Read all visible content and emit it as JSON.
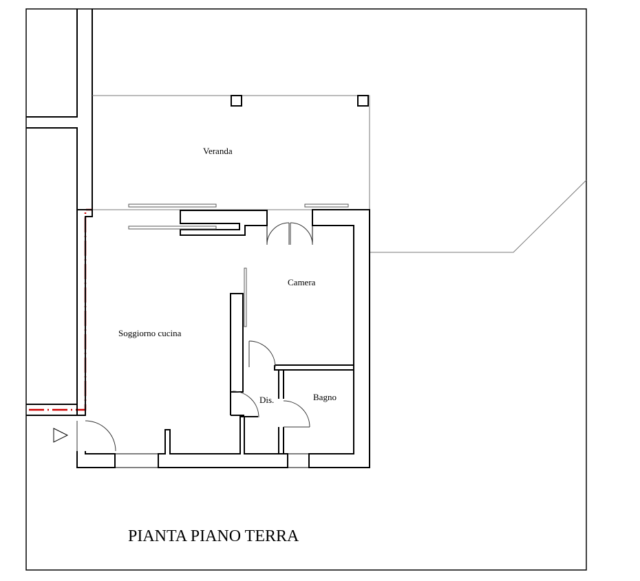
{
  "drawing": {
    "title": "PIANTA PIANO TERRA",
    "rooms": {
      "veranda": "Veranda",
      "camera": "Camera",
      "soggiorno_cucina": "Soggiorno cucina",
      "disimpegno": "Dis.",
      "bagno": "Bagno"
    },
    "entrance_marker_icon": "entrance-arrow-icon",
    "colors": {
      "line": "#000000",
      "boundary_dash": "#cc0000",
      "thin_line": "#555555"
    }
  }
}
